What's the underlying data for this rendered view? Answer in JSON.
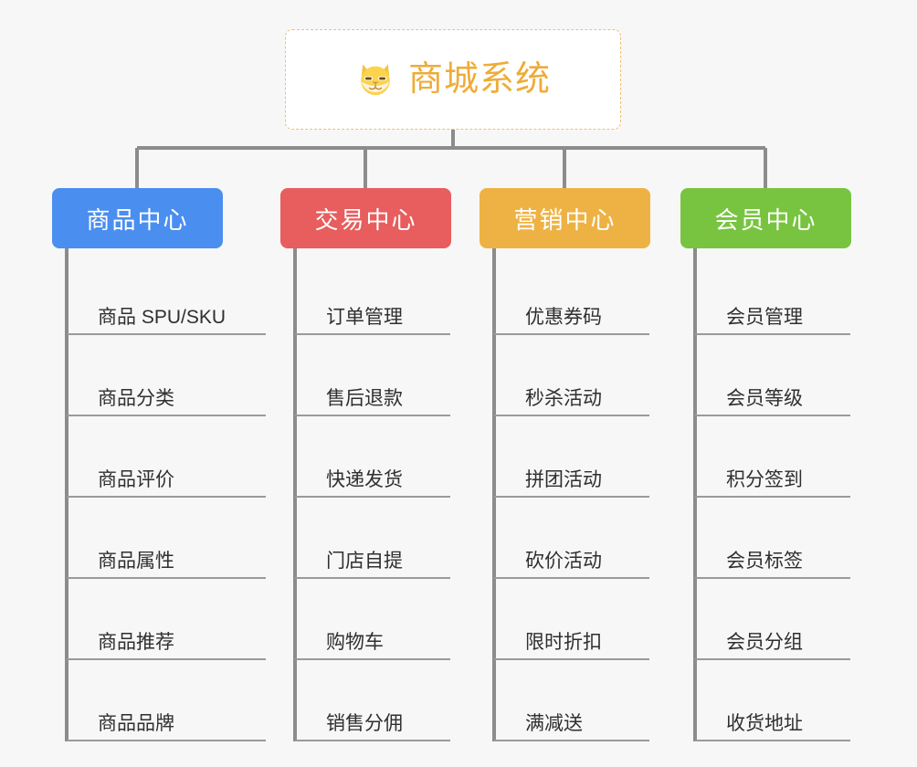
{
  "diagram": {
    "type": "mind-map",
    "background_color": "#f7f7f7",
    "root": {
      "title": "商城系统",
      "icon": "dog-face-icon",
      "text_color": "#eeac37",
      "border_color": "#f0c070",
      "background_color": "#ffffff"
    },
    "line_color": "#8c8c8c",
    "branches": [
      {
        "label": "商品中心",
        "color": "#4a8ef0",
        "items": [
          "商品 SPU/SKU",
          "商品分类",
          "商品评价",
          "商品属性",
          "商品推荐",
          "商品品牌"
        ]
      },
      {
        "label": "交易中心",
        "color": "#e85d5d",
        "items": [
          "订单管理",
          "售后退款",
          "快递发货",
          "门店自提",
          "购物车",
          "销售分佣"
        ]
      },
      {
        "label": "营销中心",
        "color": "#eeb244",
        "items": [
          "优惠券码",
          "秒杀活动",
          "拼团活动",
          "砍价活动",
          "限时折扣",
          "满减送"
        ]
      },
      {
        "label": "会员中心",
        "color": "#78c440",
        "items": [
          "会员管理",
          "会员等级",
          "积分签到",
          "会员标签",
          "会员分组",
          "收货地址"
        ]
      }
    ]
  }
}
